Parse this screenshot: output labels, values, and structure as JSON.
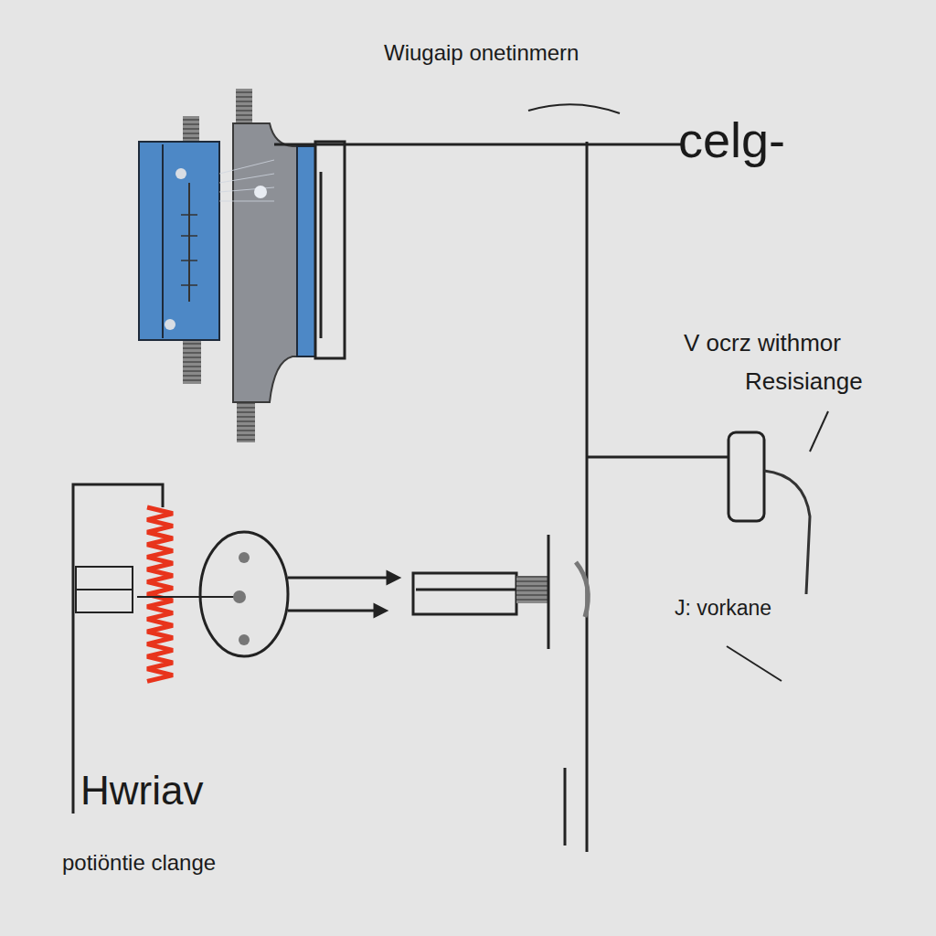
{
  "diagram": {
    "title": "Wiugaip onetinmern",
    "labels": [
      "celg-",
      "V ocrz withmor",
      "Resisiange",
      "J: vorkane",
      "Hwriav",
      "potiöntie clange"
    ]
  }
}
